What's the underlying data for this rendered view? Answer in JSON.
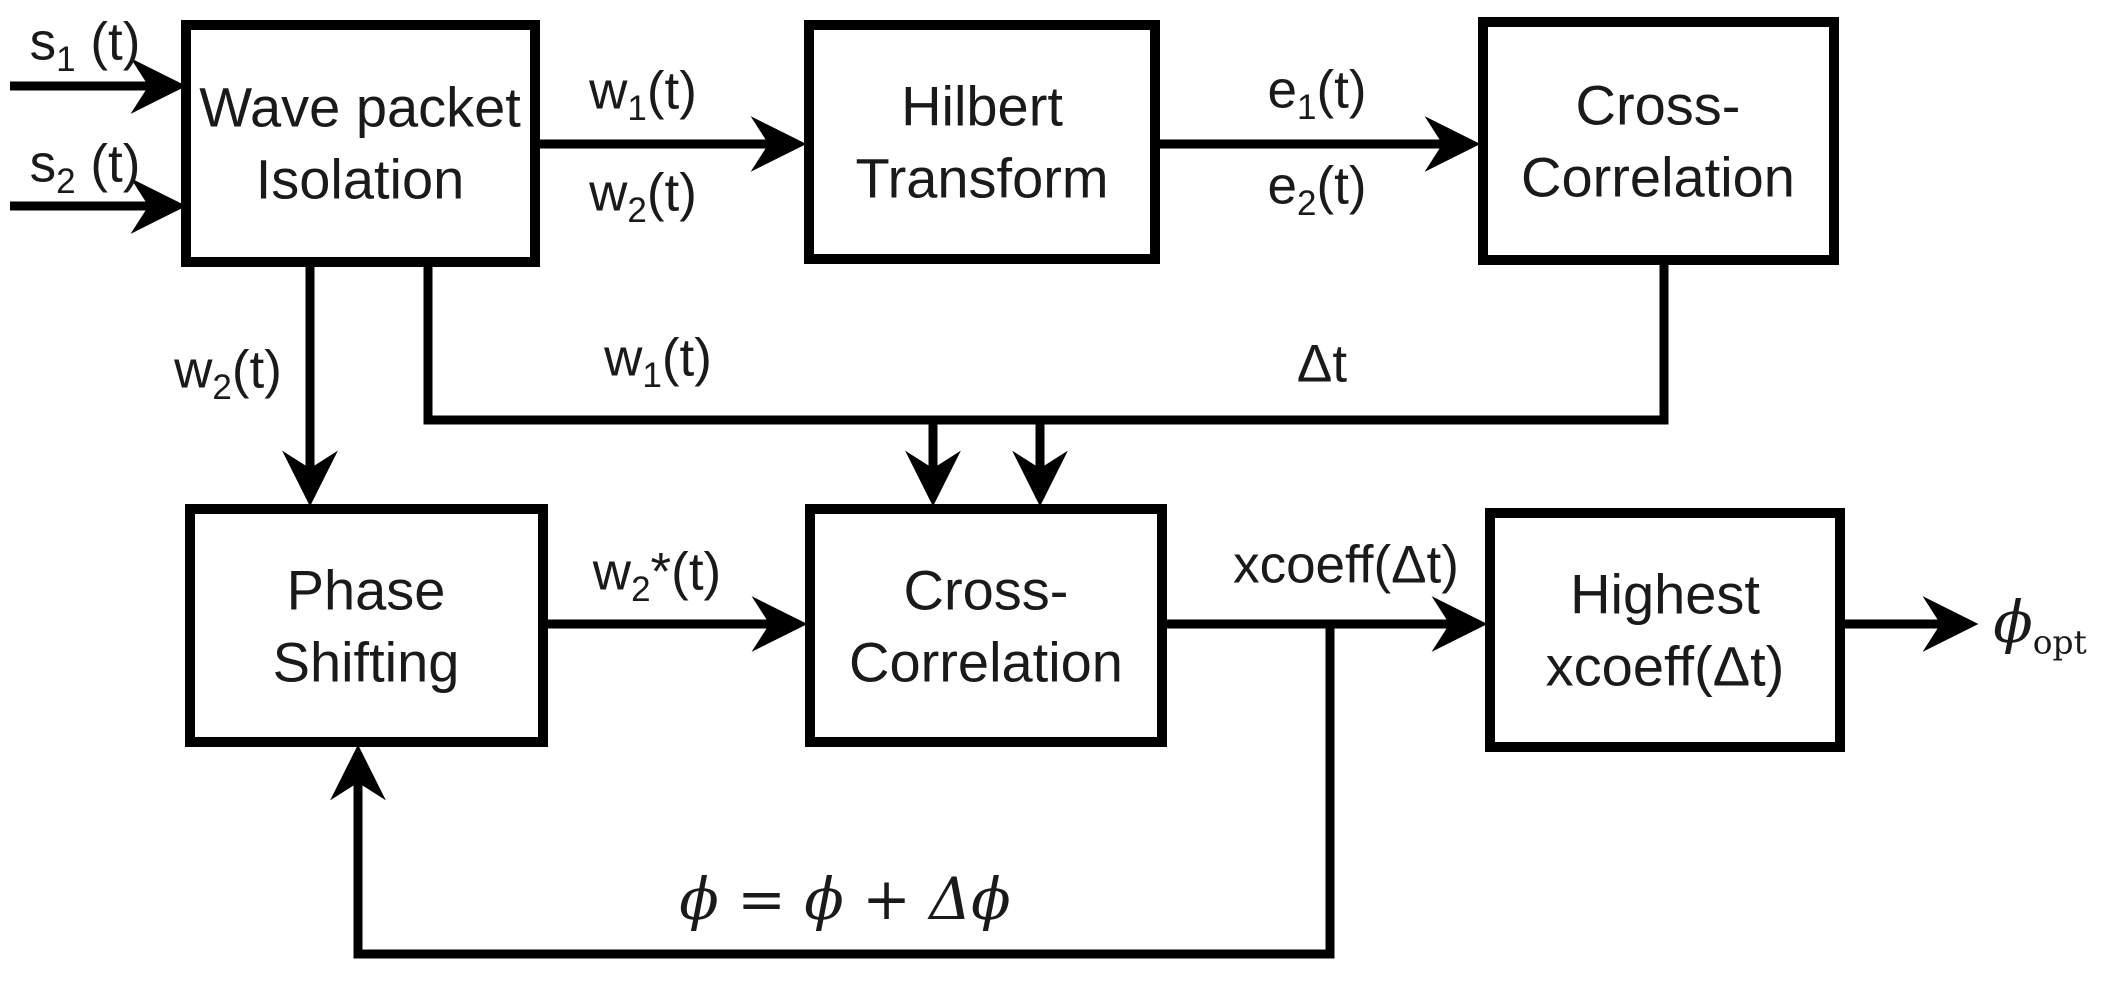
{
  "diagram_title": "Phase-shift cross-correlation processing block diagram",
  "colors": {
    "ink": "#000000",
    "background": "#ffffff"
  },
  "nodes": {
    "wave_packet": {
      "line1": "Wave packet",
      "line2": "Isolation"
    },
    "hilbert": {
      "line1": "Hilbert",
      "line2": "Transform"
    },
    "xcorr_top": {
      "line1": "Cross-",
      "line2": "Correlation"
    },
    "phase_shifting": {
      "line1": "Phase",
      "line2": "Shifting"
    },
    "xcorr_bottom": {
      "line1": "Cross-",
      "line2": "Correlation"
    },
    "highest_xcoeff": {
      "line1": "Highest",
      "line2": "xcoeff(Δt)"
    }
  },
  "signals": {
    "s1": {
      "pre": "s",
      "sub": "1",
      "post": " (t)"
    },
    "s2": {
      "pre": "s",
      "sub": "2",
      "post": " (t)"
    },
    "w1": {
      "pre": "w",
      "sub": "1",
      "post": "(t)"
    },
    "w2": {
      "pre": "w",
      "sub": "2",
      "post": "(t)"
    },
    "e1": {
      "pre": "e",
      "sub": "1",
      "post": "(t)"
    },
    "e2": {
      "pre": "e",
      "sub": "2",
      "post": "(t)"
    },
    "w2_shifted": {
      "pre": "w",
      "sub": "2",
      "post": "*(t)"
    },
    "delta_t": {
      "text": "Δt"
    },
    "xcoeff": {
      "text": "xcoeff(Δt)"
    },
    "phi_update": {
      "text": "ϕ = ϕ + Δϕ"
    },
    "phi_opt": {
      "base": "ϕ",
      "sub": "opt"
    }
  }
}
